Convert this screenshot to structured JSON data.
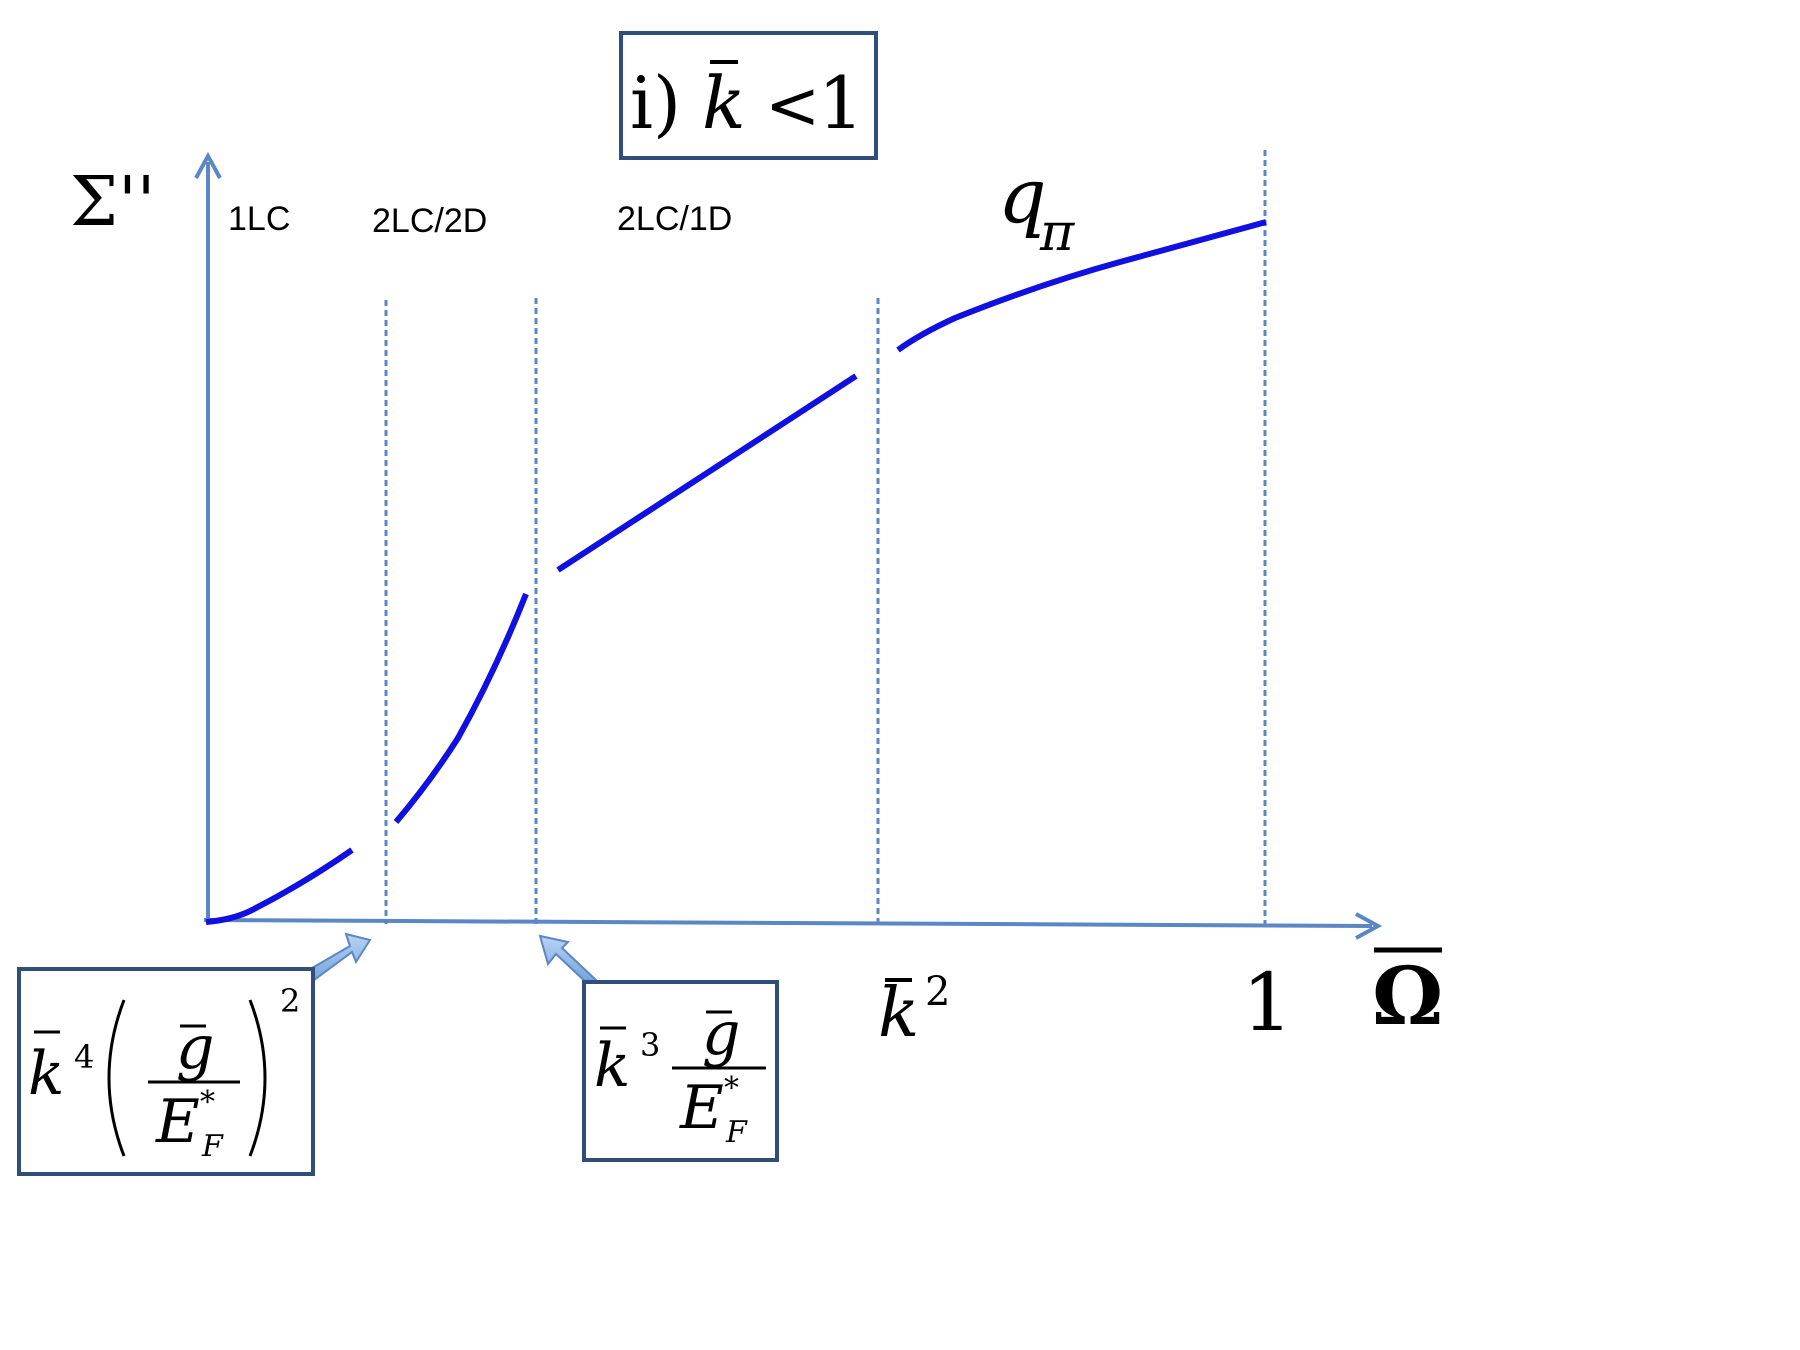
{
  "title_box": {
    "prefix": "i) ",
    "variable": "k",
    "relation": "<",
    "value": "1"
  },
  "axes": {
    "y_label": "Σ''",
    "x_label": "Ω",
    "x_tick_k2_base": "k",
    "x_tick_k2_exp": "2",
    "x_tick_one": "1"
  },
  "regions": {
    "r1": "1LC",
    "r2": "2LC/2D",
    "r3": "2LC/1D",
    "r4_base": "q",
    "r4_sub": "π"
  },
  "callouts": {
    "left": {
      "base": "k",
      "exp": "4",
      "num": "g",
      "den": "E",
      "den_sup": "*",
      "den_sub": "F",
      "outer_exp": "2"
    },
    "right": {
      "base": "k",
      "exp": "3",
      "num": "g",
      "den": "E",
      "den_sup": "*",
      "den_sub": "F"
    }
  },
  "colors": {
    "axis": "#5b87c5",
    "curve": "#1010e0",
    "box_border": "#2f4f7a",
    "arrow_fill": "#8ab4e8"
  }
}
